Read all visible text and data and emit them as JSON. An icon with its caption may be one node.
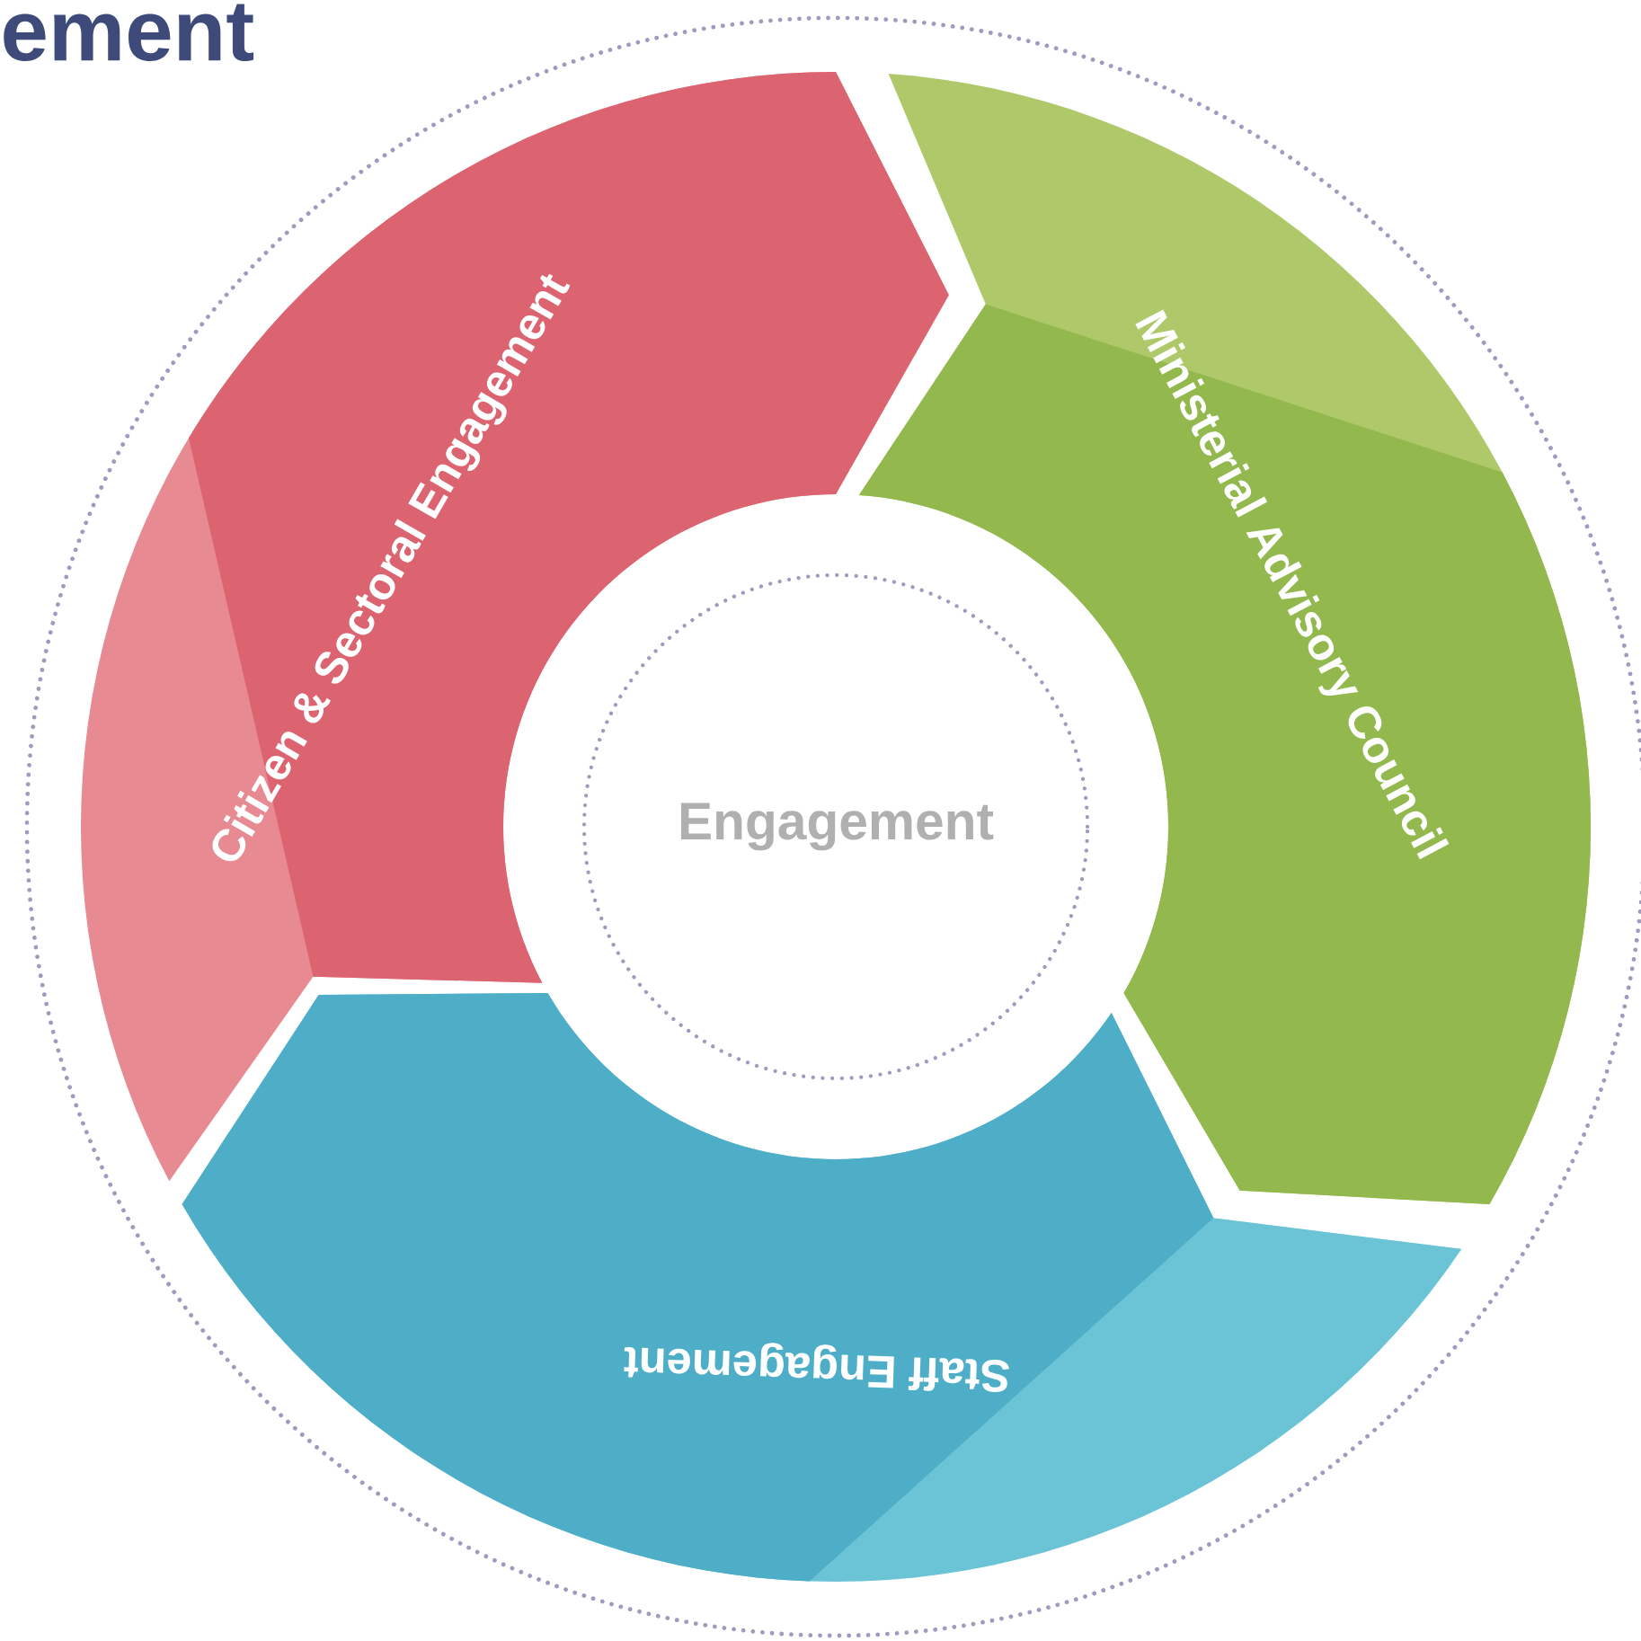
{
  "diagram": {
    "title": "ement",
    "nodes": [
      {
        "text": [
          "Citizen & Sectoral Engagement"
        ]
      },
      {
        "text": [
          "Ministerial Advisory Council"
        ]
      },
      {
        "text": [
          "Staff Engagement"
        ]
      },
      {
        "text": [
          "Engagement"
        ]
      }
    ]
  }
}
